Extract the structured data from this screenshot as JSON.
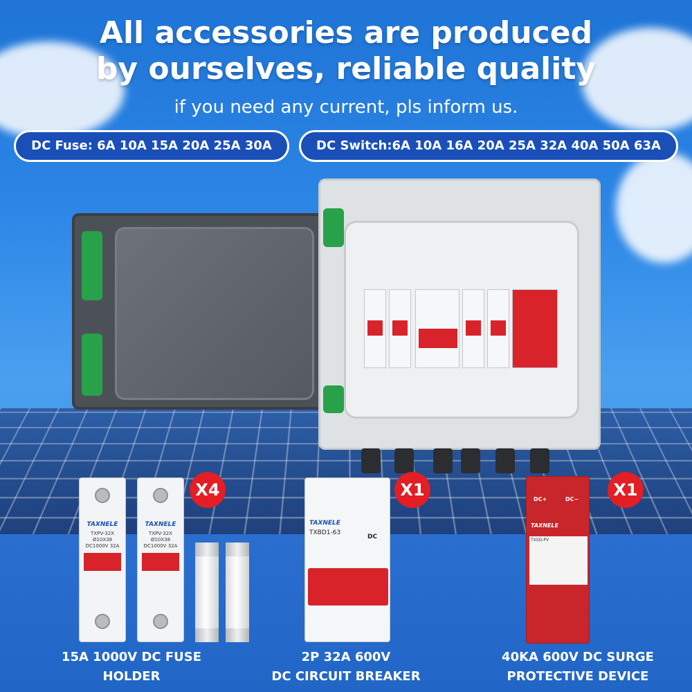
{
  "headline": {
    "line1": "All accessories are produced",
    "line2": "by ourselves, reliable quality"
  },
  "subline": "if you need any current, pls inform us.",
  "ratings": {
    "fuse": "DC Fuse: 6A 10A 15A 20A 25A 30A",
    "switch": "DC Switch:6A 10A 16A 20A 25A 32A 40A 50A 63A"
  },
  "products": {
    "holder": {
      "brand": "TAXNELE",
      "model": "TXPV-32X",
      "spec1": "Ø10X38",
      "spec2": "DC1000V 32A",
      "quantity": "X4",
      "caption_line1": "15A 1000V  DC FUSE",
      "caption_line2": "HOLDER"
    },
    "breaker": {
      "brand": "TAXNELE",
      "model": "TXBD1-63",
      "dc": "DC",
      "quantity": "X1",
      "caption_line1": "2P 32A 600V",
      "caption_line2": "DC CIRCUIT BREAKER"
    },
    "spd": {
      "brand": "TAXNELE",
      "pole_pos": "DC+",
      "pole_neg": "DC−",
      "model": "TXSD-PV",
      "quantity": "X1",
      "caption_line1": "40KA 600V DC SURGE",
      "caption_line2": "PROTECTIVE DEVICE"
    }
  },
  "colors": {
    "sky": "#2c86e6",
    "pill": "#1a4fb8",
    "badge": "#e31e24",
    "device_red": "#d8232a"
  }
}
